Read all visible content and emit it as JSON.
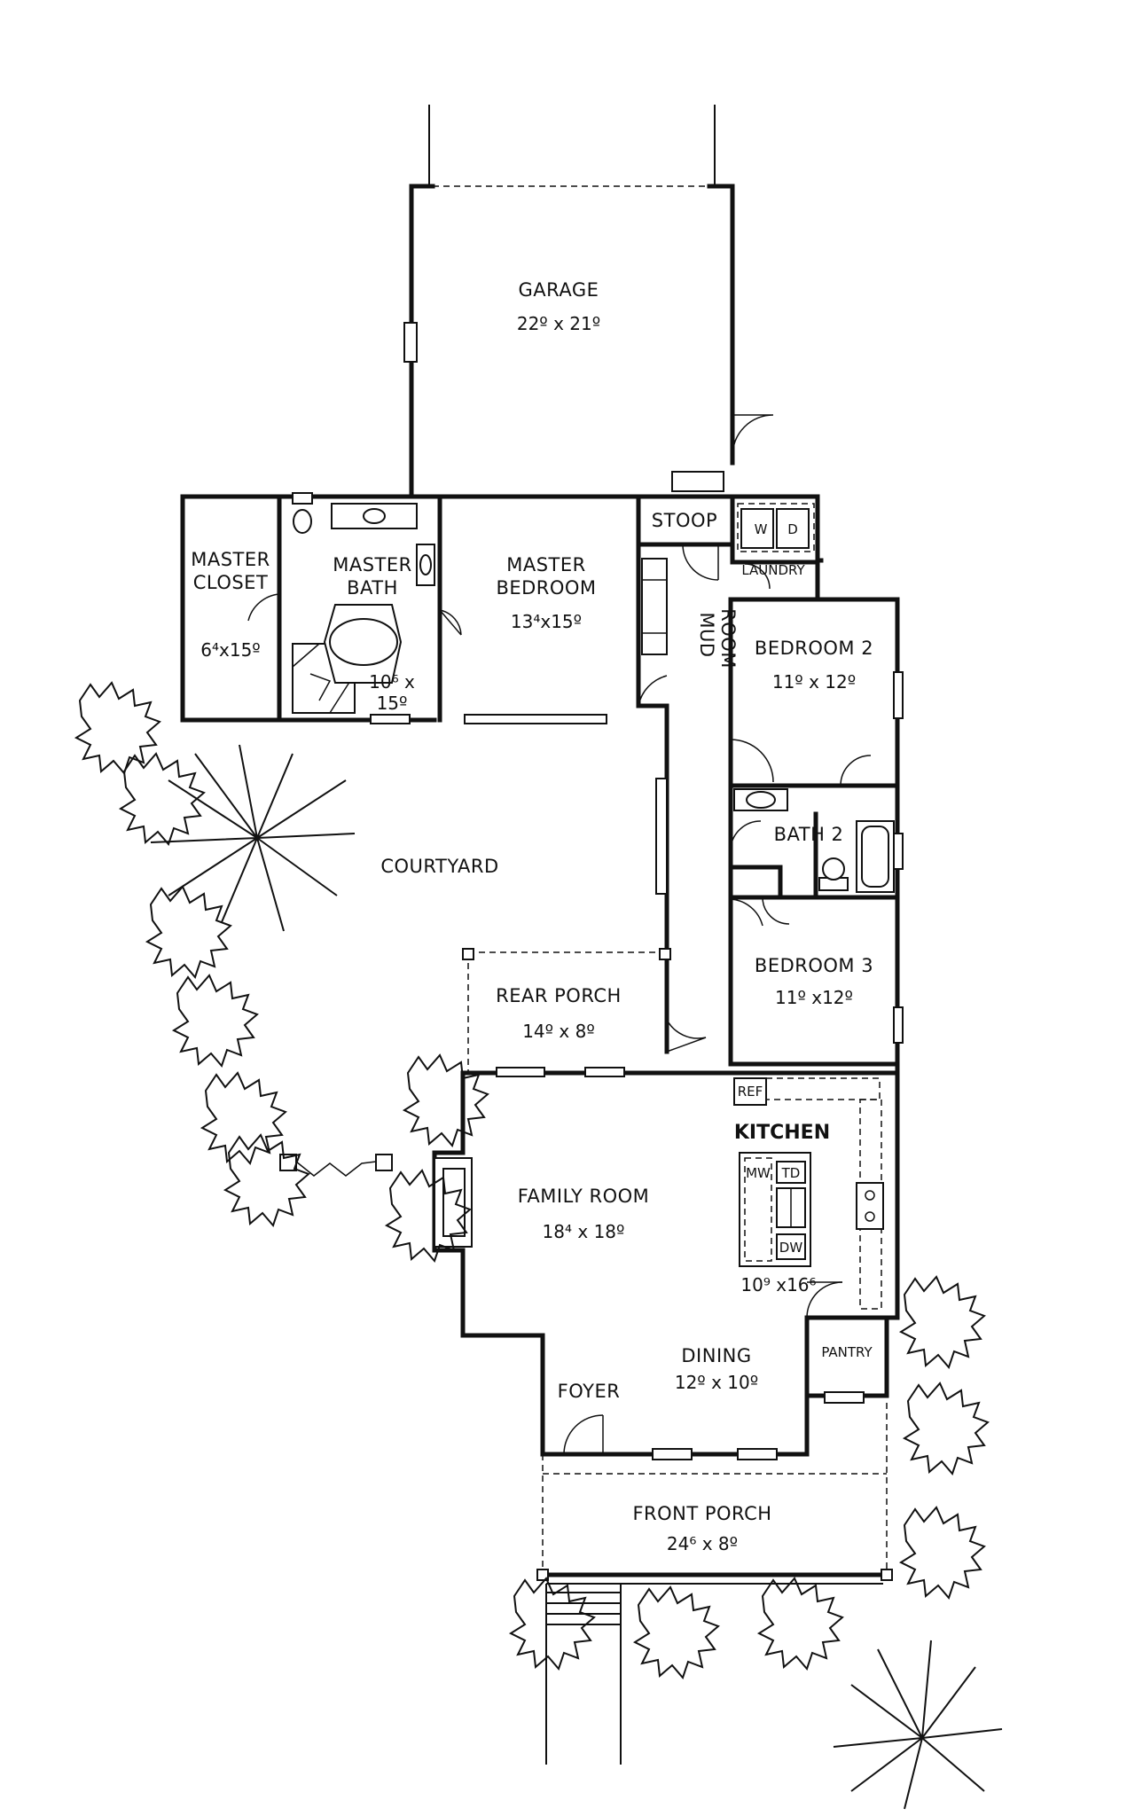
{
  "rooms": {
    "garage": {
      "name": "GARAGE",
      "dim": "22º x 21º"
    },
    "stoop": {
      "name": "STOOP"
    },
    "laundry": {
      "name": "LAUNDRY",
      "washer": "W",
      "dryer": "D"
    },
    "master_closet": {
      "name1": "MASTER",
      "name2": "CLOSET",
      "dim": "6⁴x15º"
    },
    "master_bath": {
      "name1": "MASTER",
      "name2": "BATH",
      "dim1": "10⁶ x",
      "dim2": "15º"
    },
    "master_bedroom": {
      "name1": "MASTER",
      "name2": "BEDROOM",
      "dim": "13⁴x15º"
    },
    "mud_room": {
      "name1": "MUD",
      "name2": "ROOM"
    },
    "bedroom2": {
      "name": "BEDROOM 2",
      "dim": "11º x 12º"
    },
    "bath2": {
      "name": "BATH 2"
    },
    "courtyard": {
      "name": "COURTYARD"
    },
    "bedroom3": {
      "name": "BEDROOM 3",
      "dim": "11º x12º"
    },
    "rear_porch": {
      "name": "REAR PORCH",
      "dim": "14º x 8º"
    },
    "kitchen": {
      "name": "KITCHEN",
      "dim": "10⁹ x16⁶",
      "ref": "REF",
      "mw": "MW",
      "td": "TD",
      "dw": "DW"
    },
    "family_room": {
      "name": "FAMILY ROOM",
      "dim": "18⁴ x 18º"
    },
    "pantry": {
      "name": "PANTRY"
    },
    "dining": {
      "name": "DINING",
      "dim": "12º x 10º"
    },
    "foyer": {
      "name": "FOYER"
    },
    "front_porch": {
      "name": "FRONT PORCH",
      "dim": "24⁶ x 8º"
    }
  },
  "icons": [
    "shrub-icon",
    "palm-icon",
    "door-swing-icon",
    "toilet-icon",
    "bathtub-icon",
    "fireplace-icon",
    "range-icon"
  ]
}
